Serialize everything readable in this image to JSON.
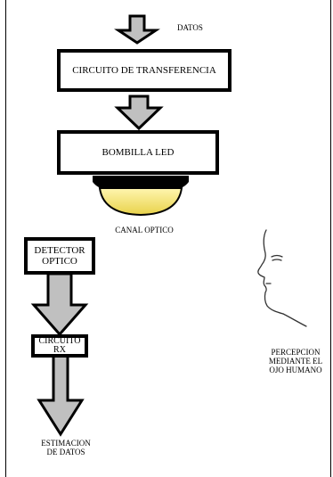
{
  "labels": {
    "datos": "DATOS",
    "circuito_transferencia": "CIRCUITO DE TRANSFERENCIA",
    "bombilla_led": "BOMBILLA LED",
    "canal_optico": "CANAL OPTICO",
    "detector_optico": "DETECTOR\nOPTICO",
    "circuito_rx": "CIRCUITO\nRX",
    "estimacion_datos": "ESTIMACION\nDE DATOS",
    "percepcion": "PERCEPCION\nMEDIANTE EL\nOJO HUMANO"
  },
  "colors": {
    "arrow_fill": "#c0c0c0",
    "lens_fill": "#f0e37a",
    "led_base": "#000000"
  }
}
